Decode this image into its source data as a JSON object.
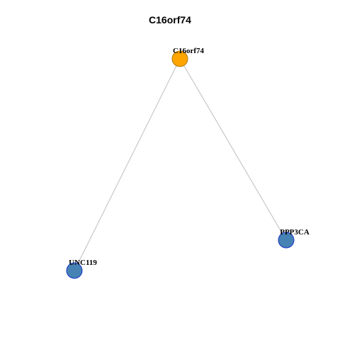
{
  "title": "C16orf74",
  "colors": {
    "center_fill": "#FFA500",
    "center_stroke": "#B07A00",
    "neighbor_fill": "#4682B4",
    "neighbor_stroke": "#1A33CC",
    "edge": "#BEBEBE"
  },
  "nodes": [
    {
      "id": "C16orf74",
      "label": "C16orf74",
      "role": "center"
    },
    {
      "id": "UNC119",
      "label": "UNC119",
      "role": "neighbor"
    },
    {
      "id": "PPP3CA",
      "label": "PPP3CA",
      "role": "neighbor"
    }
  ],
  "edges": [
    {
      "source": "C16orf74",
      "target": "UNC119"
    },
    {
      "source": "C16orf74",
      "target": "PPP3CA"
    }
  ]
}
